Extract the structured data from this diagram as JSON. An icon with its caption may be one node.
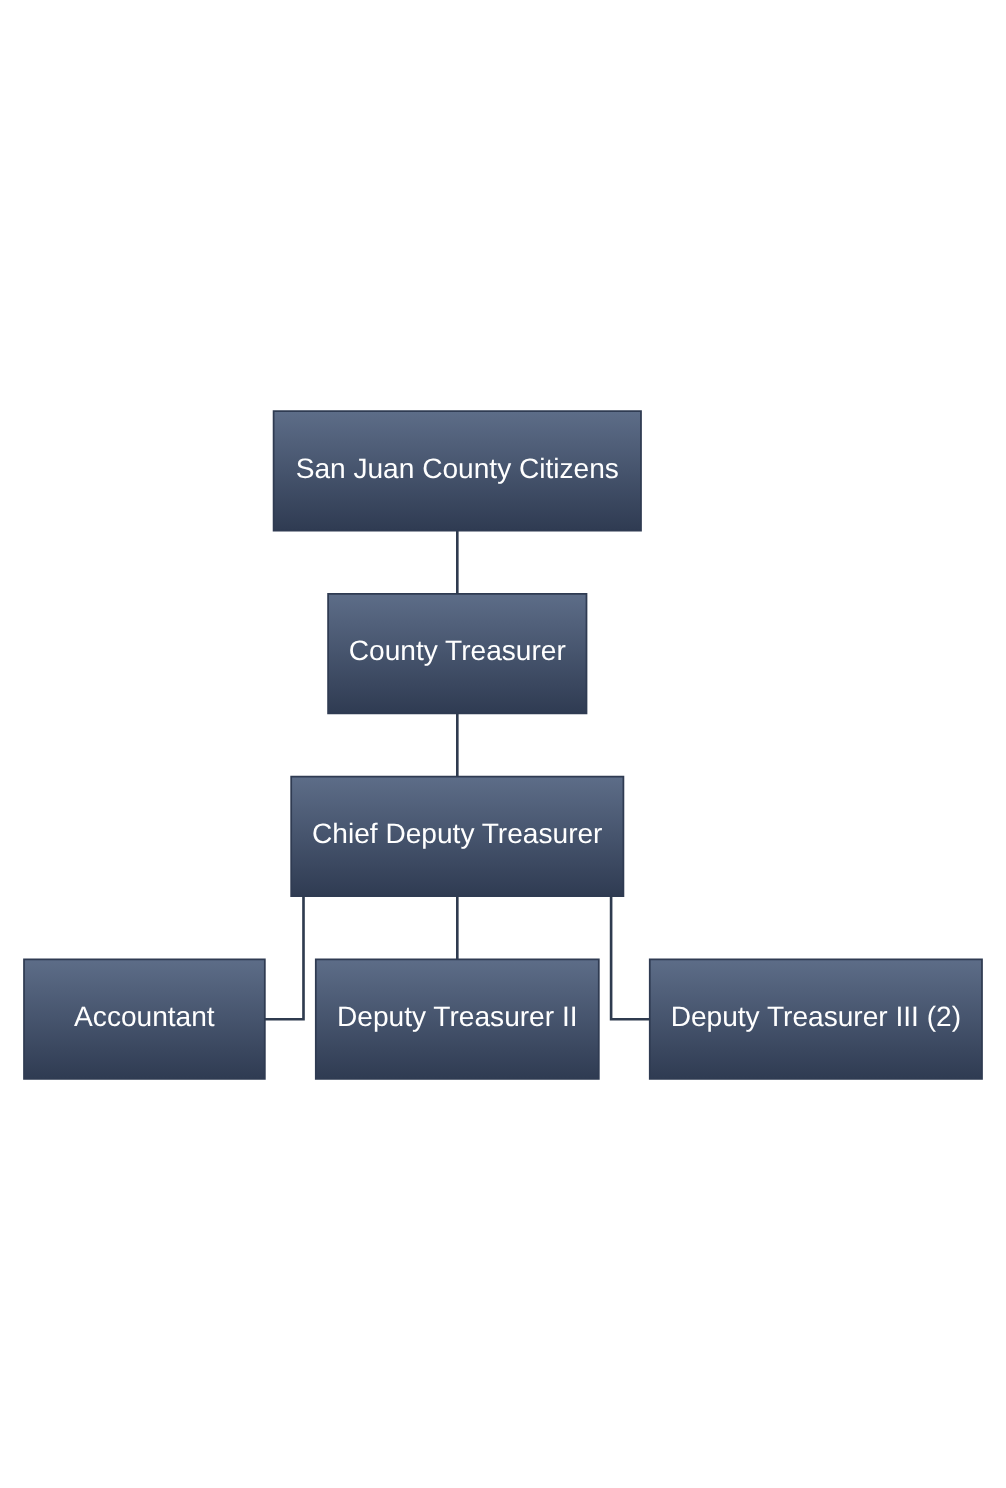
{
  "diagram": {
    "nodes": [
      {
        "text": [
          "San Juan County Citizens"
        ]
      },
      {
        "text": [
          "County Treasurer"
        ]
      },
      {
        "text": [
          "Chief Deputy Treasurer"
        ]
      },
      {
        "text": [
          "Accountant"
        ]
      },
      {
        "text": [
          "Deputy Treasurer II"
        ]
      },
      {
        "text": [
          "Deputy Treasurer III (2)"
        ]
      }
    ],
    "edges": [
      {
        "from": 0,
        "to": 1,
        "arrow": "none"
      },
      {
        "from": 1,
        "to": 2,
        "arrow": "none"
      },
      {
        "from": 2,
        "to": 3,
        "arrow": "none"
      },
      {
        "from": 2,
        "to": 4,
        "arrow": "none"
      },
      {
        "from": 2,
        "to": 5,
        "arrow": "none"
      }
    ]
  }
}
